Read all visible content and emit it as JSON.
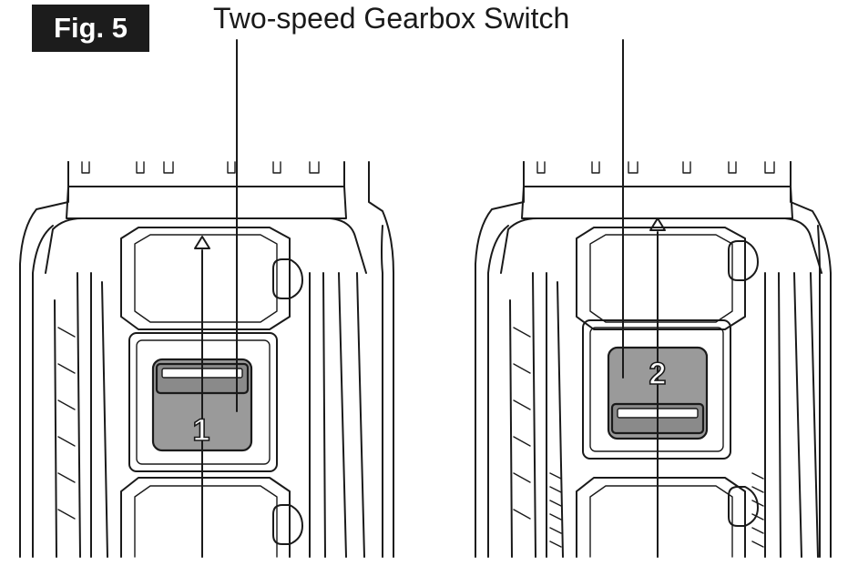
{
  "figure": {
    "label": "Fig. 5",
    "caption": "Two-speed Gearbox  Switch"
  },
  "views": [
    {
      "position_number": "1",
      "switch_state": "slid down",
      "knob_color": "#9a9a9a"
    },
    {
      "position_number": "2",
      "switch_state": "slid up",
      "knob_color": "#9a9a9a"
    }
  ],
  "colors": {
    "line": "#1a1a1a",
    "badge_background": "#1c1c1c",
    "badge_text": "#ffffff",
    "knob_fill": "#9a9a9a"
  }
}
